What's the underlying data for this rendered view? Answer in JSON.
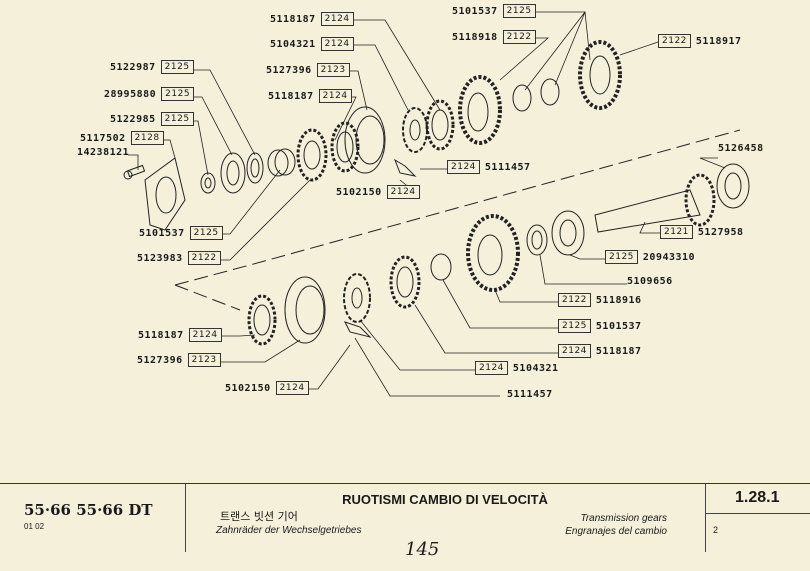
{
  "callouts_top": [
    {
      "part": "5118187",
      "group": "2124"
    },
    {
      "part": "5104321",
      "group": "2124"
    },
    {
      "part": "5127396",
      "group": "2123"
    },
    {
      "part": "5118187",
      "group": "2124"
    },
    {
      "part": "5122987",
      "group": "2125"
    },
    {
      "part": "28995880",
      "group": "2125"
    },
    {
      "part": "5122985",
      "group": "2125"
    },
    {
      "part": "5117502",
      "group": "2128"
    },
    {
      "part": "14238121"
    },
    {
      "part": "5101537",
      "group": "2125"
    },
    {
      "part": "5118918",
      "group": "2122"
    },
    {
      "part": "5118917",
      "group": "2122"
    },
    {
      "part": "5111457",
      "group": "2124"
    },
    {
      "part": "5102150",
      "group": "2124"
    },
    {
      "part": "5101537",
      "group": "2125"
    },
    {
      "part": "5123983",
      "group": "2122"
    }
  ],
  "callouts_bottom": [
    {
      "part": "5126458"
    },
    {
      "part": "5127958",
      "group": "2121"
    },
    {
      "part": "20943310",
      "group": "2125"
    },
    {
      "part": "5109656"
    },
    {
      "part": "5118916",
      "group": "2122"
    },
    {
      "part": "5101537",
      "group": "2125"
    },
    {
      "part": "5118187",
      "group": "2124"
    },
    {
      "part": "5104321",
      "group": "2124"
    },
    {
      "part": "5111457"
    },
    {
      "part": "5118187",
      "group": "2124"
    },
    {
      "part": "5127396",
      "group": "2123"
    },
    {
      "part": "5102150",
      "group": "2124"
    }
  ],
  "footer": {
    "models": "55·66  55·66 DT",
    "variant": "01 02",
    "title": "RUOTISMI CAMBIO DI VELOCITÀ",
    "title_ko": "트랜스 빗션 기어",
    "title_de": "Zahnräder der Wechselgetriebes",
    "title_en": "Transmission gears",
    "title_es": "Engranajes del cambio",
    "code": "1.28.1",
    "sheet": "2",
    "handwritten": "145"
  }
}
